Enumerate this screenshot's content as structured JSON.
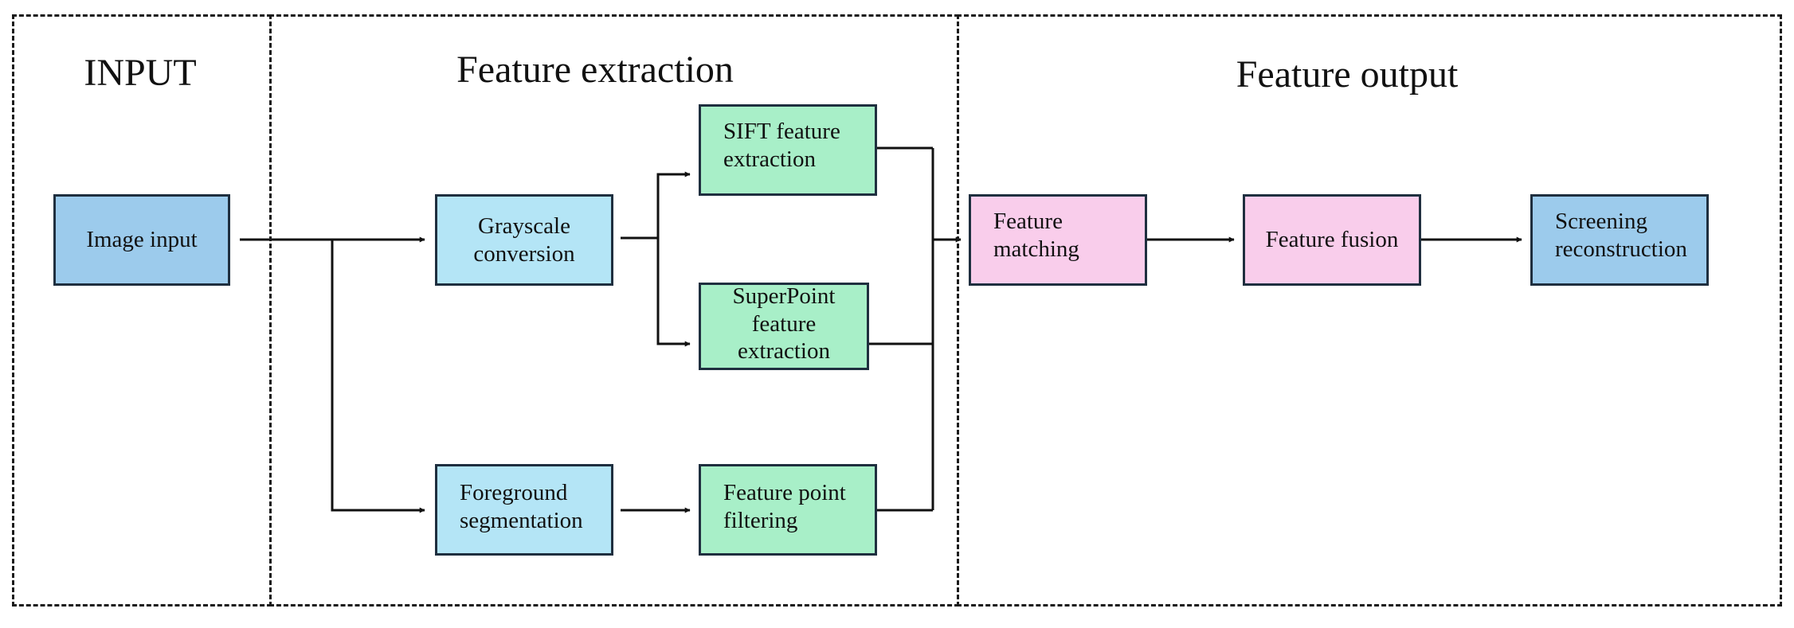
{
  "sections": {
    "input": {
      "title": "INPUT"
    },
    "extraction": {
      "title": "Feature extraction"
    },
    "output": {
      "title": "Feature output"
    }
  },
  "nodes": {
    "image_input": {
      "label": "Image input",
      "color": "#9ccbec"
    },
    "grayscale": {
      "label": "Grayscale\nconversion",
      "color": "#b4e5f6"
    },
    "foreground": {
      "label": "Foreground\nsegmentation",
      "color": "#b4e5f6"
    },
    "sift": {
      "label": "SIFT feature\nextraction",
      "color": "#a8efc8"
    },
    "superpoint": {
      "label": "SuperPoint\nfeature\nextraction",
      "color": "#a8efc8"
    },
    "filtering": {
      "label": "Feature point\nfiltering",
      "color": "#a8efc8"
    },
    "matching": {
      "label": "Feature\nmatching",
      "color": "#f9cdeb"
    },
    "fusion": {
      "label": "Feature fusion",
      "color": "#f9cdeb"
    },
    "screening": {
      "label": "Screening\nreconstruction",
      "color": "#9ccbec"
    }
  },
  "edges": [
    {
      "from": "Image input",
      "to": "Grayscale conversion"
    },
    {
      "from": "Image input",
      "to": "Foreground segmentation"
    },
    {
      "from": "Grayscale conversion",
      "to": "SIFT feature extraction"
    },
    {
      "from": "Grayscale conversion",
      "to": "SuperPoint feature extraction"
    },
    {
      "from": "Foreground segmentation",
      "to": "Feature point filtering"
    },
    {
      "from": "SIFT feature extraction",
      "to": "Feature matching"
    },
    {
      "from": "SuperPoint feature extraction",
      "to": "Feature matching"
    },
    {
      "from": "Feature point filtering",
      "to": "Feature matching"
    },
    {
      "from": "Feature matching",
      "to": "Feature fusion"
    },
    {
      "from": "Feature fusion",
      "to": "Screening reconstruction"
    }
  ]
}
